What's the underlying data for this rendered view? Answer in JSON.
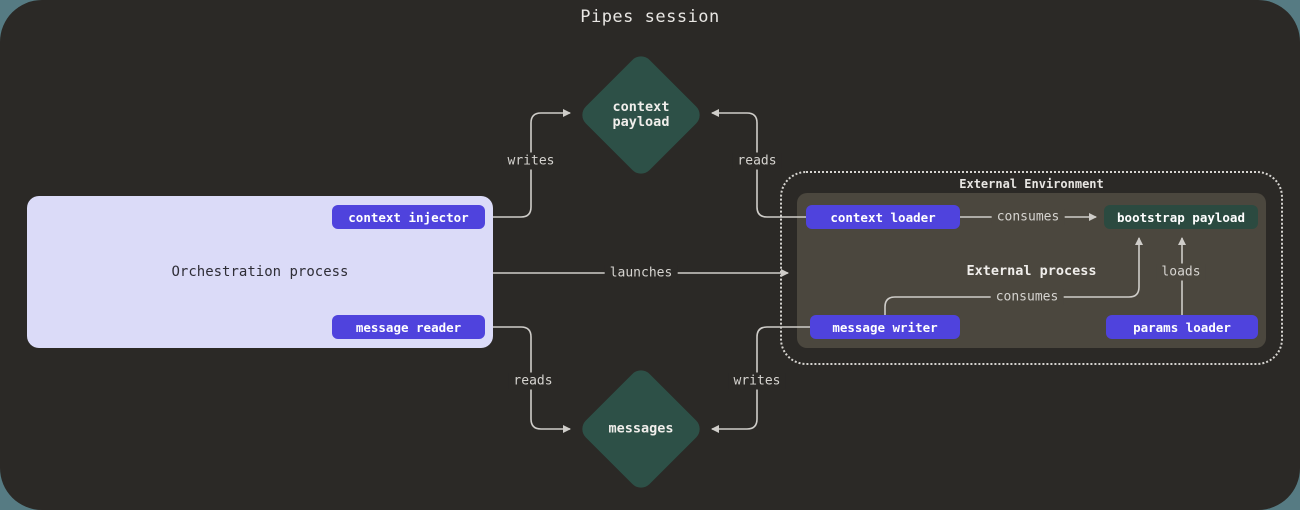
{
  "title": "Pipes session",
  "colors": {
    "page_background": "#567b83",
    "canvas_background": "#2b2926",
    "accent_purple": "#4f43dd",
    "accent_teal": "#2d5047",
    "orchestration_fill": "#dbdbf8",
    "external_process_fill": "#4b473e",
    "line": "#cfcdc9"
  },
  "nodes": {
    "context_payload": {
      "label": "context payload",
      "shape": "diamond"
    },
    "messages": {
      "label": "messages",
      "shape": "diamond"
    },
    "orchestration_process": {
      "label": "Orchestration process",
      "buttons": [
        {
          "label": "context injector"
        },
        {
          "label": "message reader"
        }
      ]
    },
    "external_environment": {
      "label": "External Environment"
    },
    "external_process": {
      "label": "External process",
      "buttons": [
        {
          "label": "context loader"
        },
        {
          "label": "bootstrap payload"
        },
        {
          "label": "message writer"
        },
        {
          "label": "params loader"
        }
      ]
    }
  },
  "edges": {
    "writes_top": "writes",
    "reads_top": "reads",
    "launches": "launches",
    "reads_bottom": "reads",
    "writes_bottom": "writes",
    "consumes_top": "consumes",
    "consumes_bottom": "consumes",
    "loads": "loads"
  }
}
